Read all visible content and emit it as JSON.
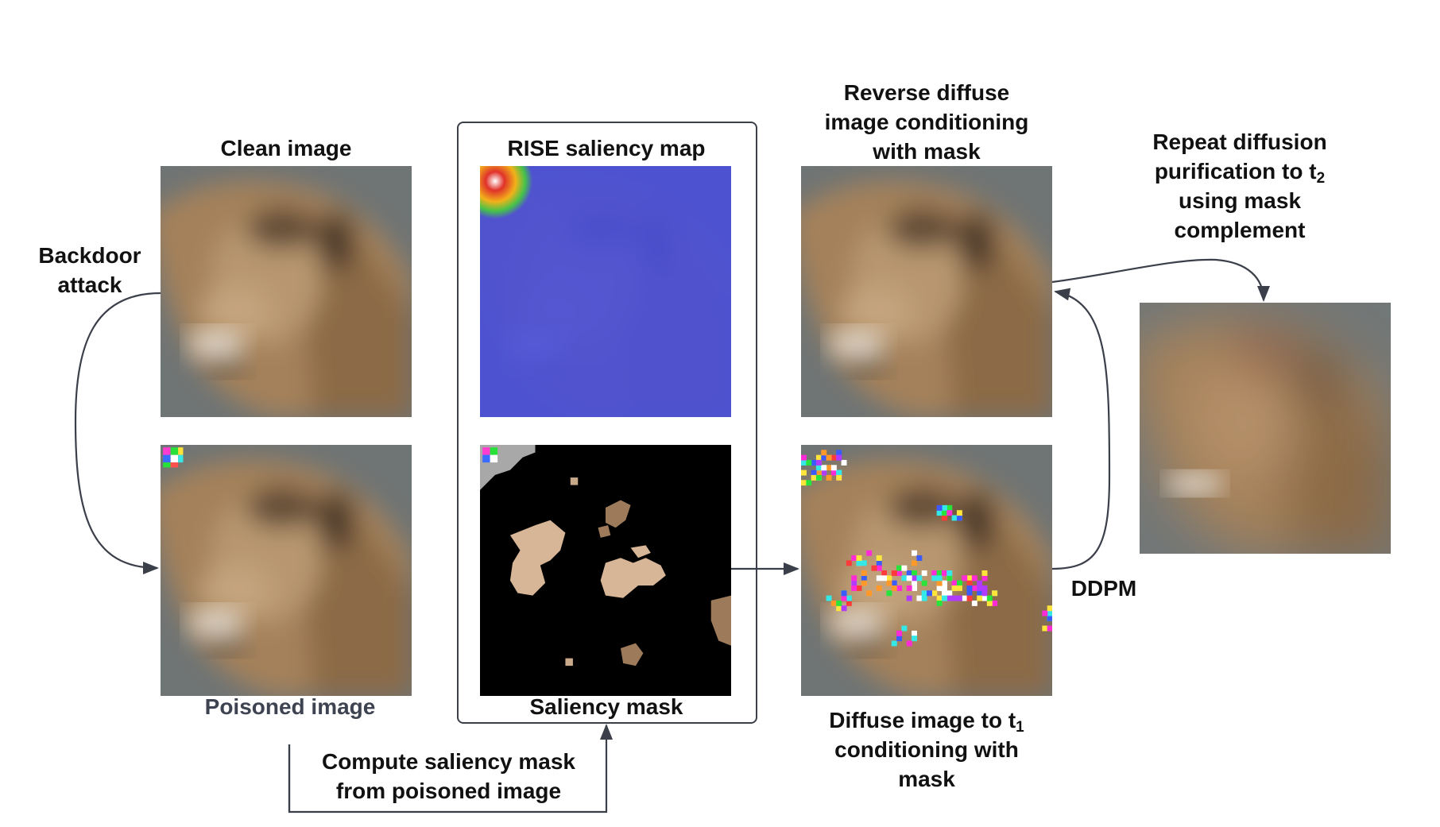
{
  "labels": {
    "clean_image": "Clean image",
    "poisoned_image": "Poisoned image",
    "backdoor_line1": "Backdoor",
    "backdoor_line2": "attack",
    "rise_map": "RISE saliency map",
    "saliency_mask": "Saliency mask",
    "compute_line1": "Compute saliency mask",
    "compute_line2": "from poisoned image",
    "reverse_line1": "Reverse diffuse",
    "reverse_line2": "image conditioning",
    "reverse_line3": "with mask",
    "diffuse_line1_prefix": "Diffuse image to t",
    "diffuse_line1_sub": "1",
    "diffuse_line2": "conditioning with",
    "diffuse_line3": "mask",
    "ddpm": "DDPM",
    "repeat_line1": "Repeat diffusion",
    "repeat_line2_prefix": "purification to t",
    "repeat_line2_sub": "2",
    "repeat_line3": "using mask",
    "repeat_line4": "complement"
  },
  "colors": {
    "arrow": "#3b3f4a",
    "text": "#111111",
    "poisoned_text": "#3d4350",
    "saliency_blue": "#4a50d8",
    "mask_black": "#000000",
    "background_gray": "#6e7272",
    "lion_brown": "#a07a52"
  }
}
